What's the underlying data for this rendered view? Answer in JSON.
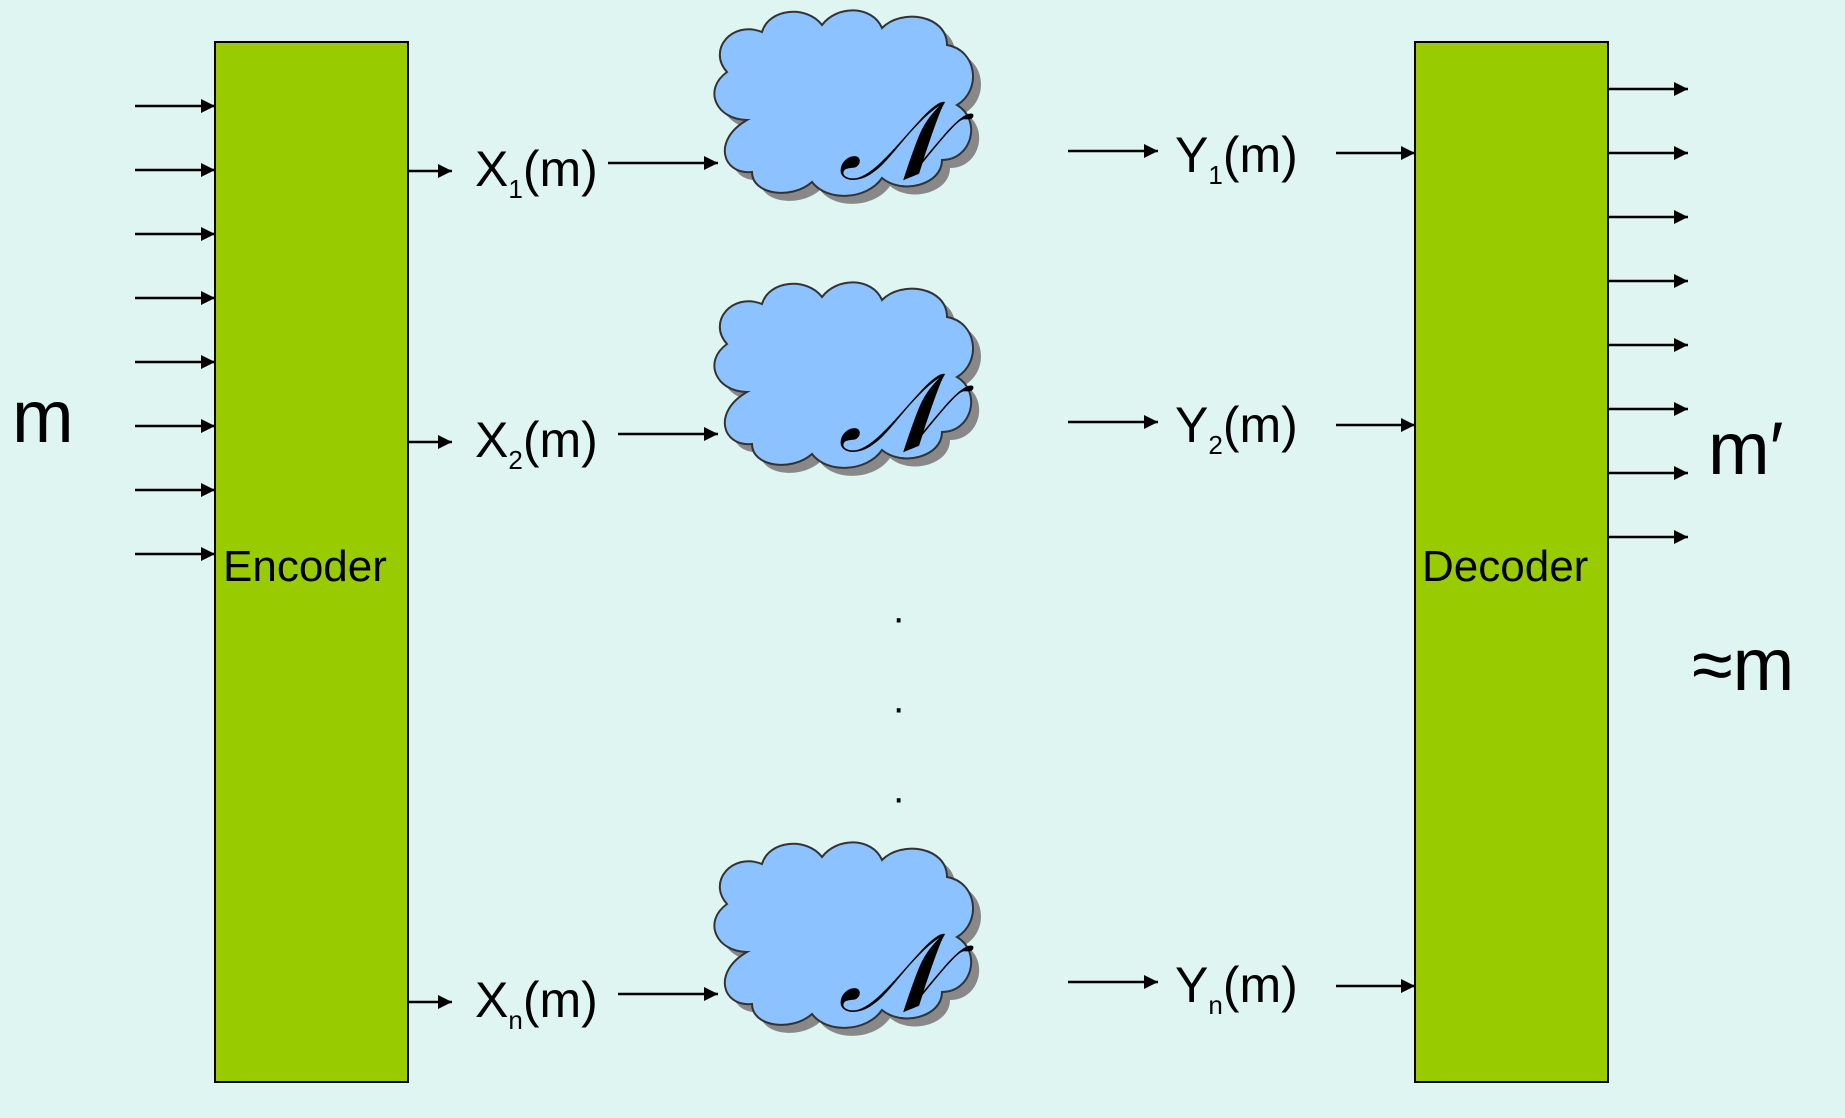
{
  "input_label": "m",
  "output_label": "m′",
  "approx_label": "≈m",
  "encoder": {
    "label": "Encoder"
  },
  "decoder": {
    "label": "Decoder"
  },
  "channels": [
    {
      "input_base": "X",
      "input_sub": "1",
      "input_tail": "(m)",
      "output_base": "Y",
      "output_sub": "1",
      "output_tail": "(m)",
      "noise": "𝒩"
    },
    {
      "input_base": "X",
      "input_sub": "2",
      "input_tail": "(m)",
      "output_base": "Y",
      "output_sub": "2",
      "output_tail": "(m)",
      "noise": "𝒩"
    },
    {
      "input_base": "X",
      "input_sub": "n",
      "input_tail": "(m)",
      "output_base": "Y",
      "output_sub": "n",
      "output_tail": "(m)",
      "noise": "𝒩"
    }
  ],
  "ellipsis": [
    "·",
    "·",
    "·"
  ],
  "colors": {
    "background": "#dff5f1",
    "box": "#99cc00",
    "cloud": "#8cc2ff",
    "cloud_shadow": "#888888"
  }
}
